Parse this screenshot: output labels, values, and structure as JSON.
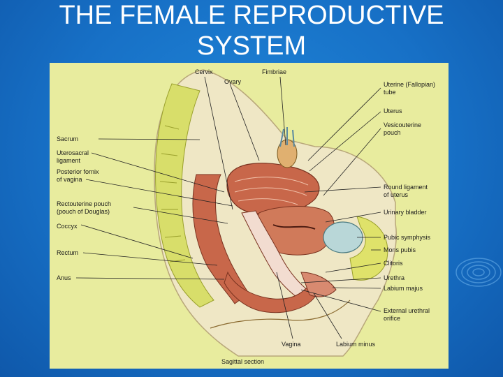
{
  "slide": {
    "title_line1": "THE FEMALE REPRODUCTIVE",
    "title_line2": "SYSTEM"
  },
  "figure": {
    "caption": "Sagittal section",
    "labels": {
      "cervix": "Cervix",
      "ovary": "Ovary",
      "fimbriae": "Fimbriae",
      "uterine_tube_1": "Uterine (Fallopian)",
      "uterine_tube_2": "tube",
      "uterus": "Uterus",
      "vesicouterine_1": "Vesicouterine",
      "vesicouterine_2": "pouch",
      "sacrum": "Sacrum",
      "uterosacral_1": "Uterosacral",
      "uterosacral_2": "ligament",
      "posterior_fornix_1": "Posterior fornix",
      "posterior_fornix_2": "of vagina",
      "round_ligament_1": "Round ligament",
      "round_ligament_2": "of uterus",
      "rectouterine_1": "Rectouterine pouch",
      "rectouterine_2": "(pouch of Douglas)",
      "urinary_bladder": "Urinary bladder",
      "coccyx": "Coccyx",
      "pubic_symphysis": "Pubic symphysis",
      "rectum": "Rectum",
      "mons_pubis": "Mons pubis",
      "clitoris": "Clitoris",
      "anus": "Anus",
      "urethra": "Urethra",
      "labium_majus": "Labium majus",
      "external_orifice_1": "External urethral",
      "external_orifice_2": "orifice",
      "vagina": "Vagina",
      "labium_minus": "Labium minus"
    }
  },
  "colors": {
    "background": "#1770c6",
    "figure_background": "#e8ec9e",
    "muscle": "#c8674a",
    "title_text": "#ffffff"
  }
}
